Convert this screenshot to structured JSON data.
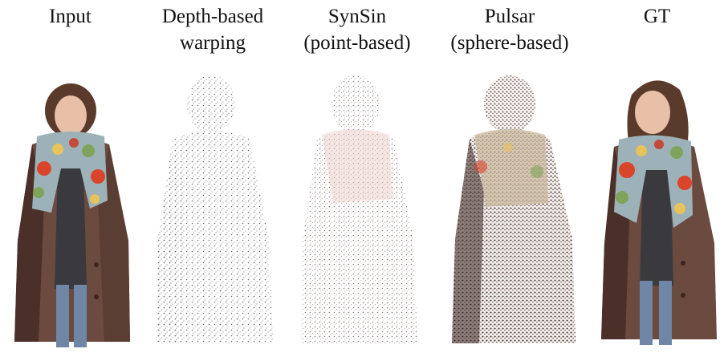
{
  "figure": {
    "columns": [
      {
        "id": "input",
        "label_lines": [
          "Input"
        ]
      },
      {
        "id": "depth",
        "label_lines": [
          "Depth-based",
          "warping"
        ]
      },
      {
        "id": "synsin",
        "label_lines": [
          "SynSin",
          "(point-based)"
        ]
      },
      {
        "id": "pulsar",
        "label_lines": [
          "Pulsar",
          "(sphere-based)"
        ]
      },
      {
        "id": "gt",
        "label_lines": [
          "GT"
        ]
      }
    ]
  },
  "colors": {
    "coat": "#6b4a3f",
    "coat_dark": "#4a3029",
    "hair": "#5a3a2a",
    "skin": "#e8c0a8",
    "jeans": "#6f86a6",
    "shirt": "#3a3a3e",
    "scarf": [
      "#d9452b",
      "#7fa35a",
      "#e8c25a",
      "#9db2b8",
      "#c24a3a"
    ]
  }
}
